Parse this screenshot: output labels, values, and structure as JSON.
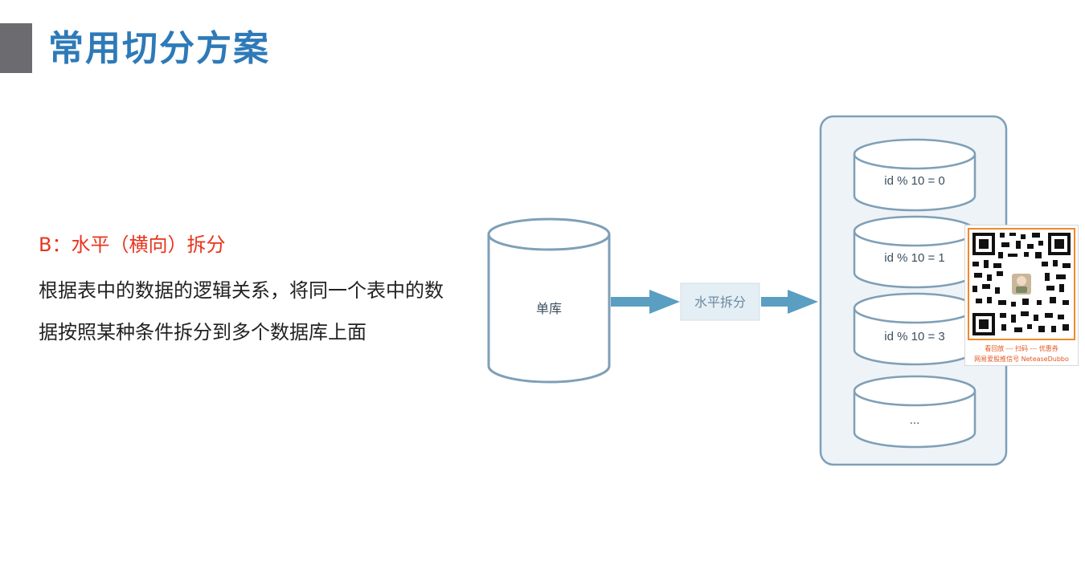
{
  "slide": {
    "title": "常用切分方案",
    "subtitle": "B：水平（横向）拆分",
    "body_text": "根据表中的数据的逻辑关系，将同一个表中的数据按照某种条件拆分到多个数据库上面"
  },
  "diagram": {
    "source_db_label": "单库",
    "split_label": "水平拆分",
    "shards": [
      {
        "label": "id % 10 = 0"
      },
      {
        "label": "id % 10 = 1"
      },
      {
        "label": "id % 10 = 3"
      },
      {
        "label": "..."
      }
    ]
  },
  "qr_widget": {
    "caption_line1": "看回放 --- 扫码 --- 优惠券",
    "caption_line2": "网易爱股推信号 NeteaseDubbo"
  },
  "colors": {
    "title": "#2e7ab8",
    "subtitle": "#e8341c",
    "db_stroke": "#7f9fb7",
    "arrow": "#5a9ec2",
    "qr_border": "#f08a2a"
  }
}
